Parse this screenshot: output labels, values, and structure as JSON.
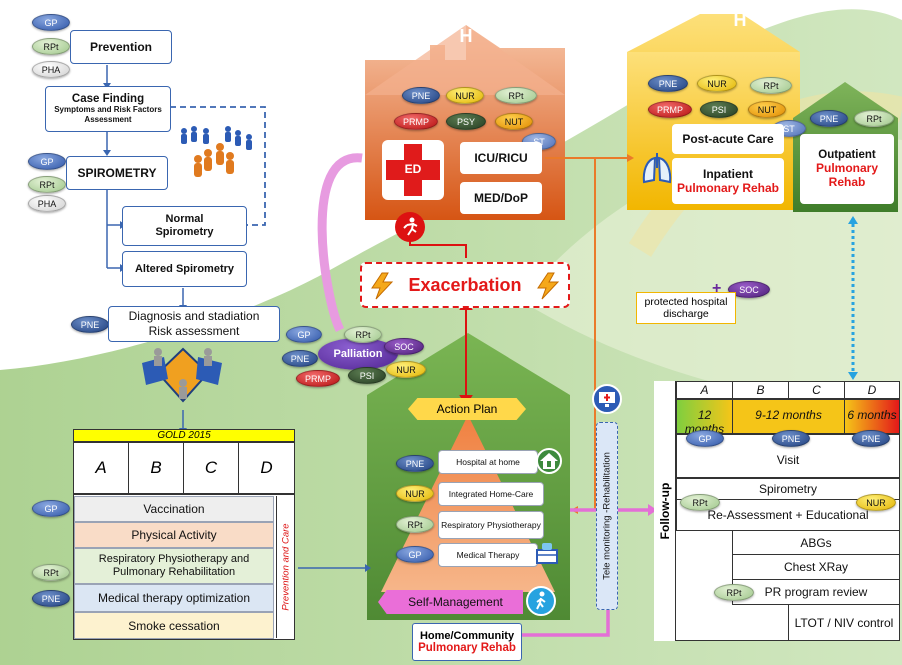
{
  "roles": {
    "gp": "GP",
    "rpt": "RPt",
    "pha": "PHA",
    "pne": "PNE",
    "nur": "NUR",
    "prmp": "PRMP",
    "psy": "PSY",
    "psi": "PSI",
    "nut": "NUT",
    "st": "ST",
    "soc": "SOC"
  },
  "flow": {
    "prevention": "Prevention",
    "case_finding_title": "Case Finding",
    "case_finding_sub": "Symptoms and Risk Factors Assessment",
    "spirometry": "SPIROMETRY",
    "normal_spirometry": "Normal Spirometry",
    "altered_spirometry": "Altered Spirometry",
    "diagnosis_line1": "Diagnosis and stadiation",
    "diagnosis_line2": "Risk assessment"
  },
  "gold": {
    "title": "GOLD 2015",
    "categories": [
      "A",
      "B",
      "C",
      "D"
    ],
    "side_label": "Prevention and Care",
    "rows": [
      "Vaccination",
      "Physical Activity",
      "Respiratory Physiotherapy and Pulmonary Rehabilitation",
      "Medical therapy optimization",
      "Smoke cessation"
    ]
  },
  "hospital": {
    "h_letter": "H",
    "ed": "ED",
    "icu": "ICU/RICU",
    "med": "MED/DoP"
  },
  "rehab_hospital": {
    "h_letter": "H",
    "post_acute": "Post-acute Care",
    "inpatient": "Inpatient",
    "inpatient_rehab": "Pulmonary Rehab",
    "outpatient": "Outpatient",
    "outpatient_rehab": "Pulmonary Rehab"
  },
  "exacerbation": "Exacerbation",
  "palliation": "Palliation",
  "discharge": "protected hospital discharge",
  "soc_plus": "+",
  "home": {
    "action_plan": "Action Plan",
    "items": [
      "Hospital at home",
      "Integrated Home-Care",
      "Respiratory Physiotherapy",
      "Medical Therapy"
    ],
    "self_management": "Self-Management",
    "home_line1": "Home/Community",
    "home_line2": "Pulmonary Rehab"
  },
  "tele": "Tele monitoring -Rehabilitation",
  "followup": {
    "side_label": "Follow-up",
    "categories": [
      "A",
      "B",
      "C",
      "D"
    ],
    "intervals": [
      "12 months",
      "9-12 months",
      "6 months"
    ],
    "visit": "Visit",
    "spirometry": "Spirometry",
    "reassessment": "Re-Assessment + Educational",
    "abgs": "ABGs",
    "chest": "Chest XRay",
    "pr_review": "PR program review",
    "ltot": "LTOT / NIV control"
  },
  "colors": {
    "flow_border": "#3a66b0",
    "hospital_top": "#f5b08a",
    "hospital_bottom": "#d9591a",
    "rehab_yellow": "#f7c21c",
    "home_green": "#6fa84a",
    "exacerbation_red": "#e31919",
    "gold_yellow": "#ffff00"
  }
}
